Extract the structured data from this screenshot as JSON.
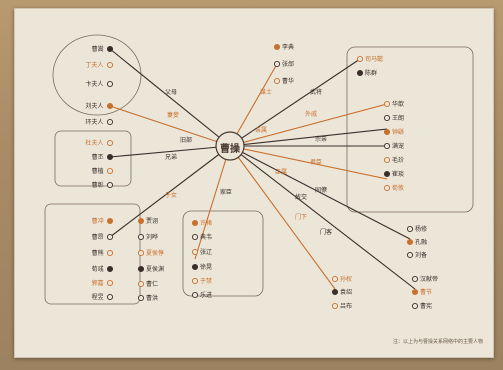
{
  "center": "曹操",
  "edges": [
    "父母",
    "妻妾",
    "兄弟",
    "子女",
    "家臣",
    "谋士",
    "武将",
    "外戚",
    "宗亲",
    "君臣",
    "同僚",
    "门下",
    "门客",
    "亲属",
    "旧部",
    "臣属",
    "故交"
  ],
  "nodes": [
    "曹嵩",
    "丁夫人",
    "卞夫人",
    "刘夫人",
    "环夫人",
    "杜夫人",
    "曹丕",
    "曹植",
    "曹彰",
    "曹冲",
    "曹昂",
    "曹熊",
    "荀彧",
    "郭嘉",
    "程昱",
    "贾诩",
    "刘晔",
    "夏侯惇",
    "夏侯渊",
    "曹仁",
    "曹洪",
    "许褚",
    "典韦",
    "张辽",
    "徐晃",
    "于禁",
    "乐进",
    "李典",
    "张郃",
    "司马懿",
    "陈群",
    "华歆",
    "王朗",
    "钟繇",
    "满宠",
    "毛玠",
    "崔琰",
    "荀攸",
    "杨修",
    "孔融",
    "刘备",
    "孙权",
    "袁绍",
    "吕布",
    "汉献帝",
    "曹节",
    "曹宪",
    "曹华"
  ],
  "legend": "注：以上为与曹操关系网络中的主要人物"
}
